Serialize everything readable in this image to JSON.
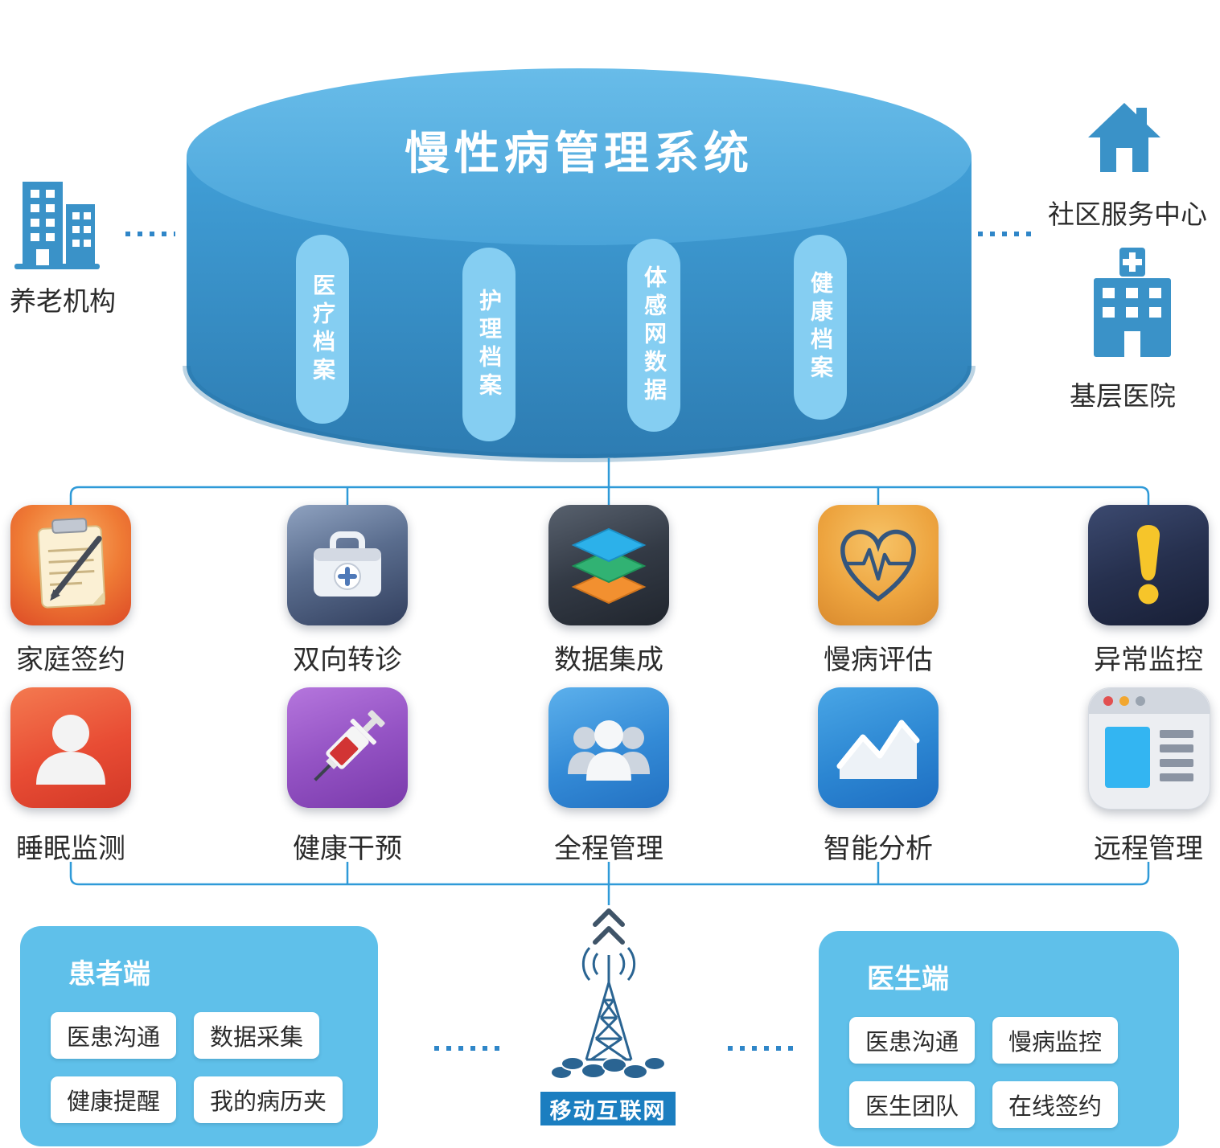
{
  "database": {
    "title": "慢性病管理系统",
    "pills": [
      {
        "label": "医疗档案"
      },
      {
        "label": "护理档案"
      },
      {
        "label": "体感网数据"
      },
      {
        "label": "健康档案"
      }
    ]
  },
  "entities": {
    "left": {
      "label": "养老机构",
      "icon": "building-icon"
    },
    "right_top": {
      "label": "社区服务中心",
      "icon": "house-icon"
    },
    "right_bottom": {
      "label": "基层医院",
      "icon": "hospital-icon"
    }
  },
  "modules": [
    {
      "label": "家庭签约",
      "icon": "clipboard-pen-icon"
    },
    {
      "label": "双向转诊",
      "icon": "first-aid-kit-icon"
    },
    {
      "label": "数据集成",
      "icon": "stacked-layers-icon"
    },
    {
      "label": "慢病评估",
      "icon": "heart-ecg-icon"
    },
    {
      "label": "异常监控",
      "icon": "exclamation-icon"
    },
    {
      "label": "睡眠监测",
      "icon": "person-silhouette-icon"
    },
    {
      "label": "健康干预",
      "icon": "syringe-icon"
    },
    {
      "label": "全程管理",
      "icon": "people-group-icon"
    },
    {
      "label": "智能分析",
      "icon": "trend-chart-icon"
    },
    {
      "label": "远程管理",
      "icon": "browser-window-icon"
    }
  ],
  "clients": {
    "patient": {
      "title": "患者端",
      "buttons": [
        "医患沟通",
        "数据采集",
        "健康提醒",
        "我的病历夹"
      ]
    },
    "doctor": {
      "title": "医生端",
      "buttons": [
        "医患沟通",
        "慢病监控",
        "医生团队",
        "在线签约"
      ]
    }
  },
  "network": {
    "label": "移动互联网",
    "icon": "radio-tower-icon"
  },
  "colors": {
    "connector_line": "#2f9ad8",
    "cylinder_top": "#5fb5e5",
    "cylinder_body": "#3a93cc",
    "pill": "#85cef2",
    "panel": "#5fc0ea",
    "badge": "#1b7ec0",
    "entity_icon": "#3a92c8"
  }
}
